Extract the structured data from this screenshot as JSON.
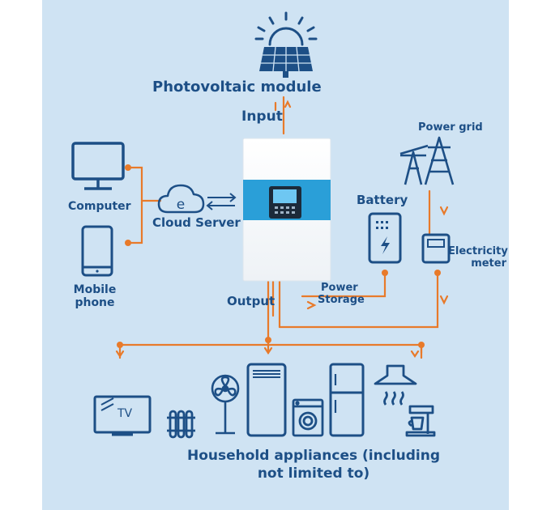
{
  "labels": {
    "pv_module": "Photovoltaic module",
    "input": "Input",
    "power_grid": "Power grid",
    "computer": "Computer",
    "cloud_server": "Cloud Server",
    "battery": "Battery",
    "electricity_meter_1": "Electricity",
    "electricity_meter_2": "meter",
    "mobile_phone_1": "Mobile",
    "mobile_phone_2": "phone",
    "output": "Output",
    "power_storage_1": "Power",
    "power_storage_2": "Storage",
    "tv_text": "TV",
    "household_1": "Household appliances (including",
    "household_2": "not limited to)"
  },
  "colors": {
    "background": "#cfe3f3",
    "icon": "#1d4f86",
    "line": "#e87a2a",
    "screen": "#2a9fd8"
  },
  "icons": [
    "sun-icon",
    "solar-panel-icon",
    "computer-icon",
    "cloud-icon",
    "exchange-arrows-icon",
    "inverter-icon",
    "power-tower-icon",
    "battery-icon",
    "electricity-meter-icon",
    "mobile-phone-icon",
    "tv-icon",
    "radiator-icon",
    "fan-icon",
    "air-conditioner-icon",
    "washing-machine-icon",
    "refrigerator-icon",
    "range-hood-icon",
    "coffee-maker-icon"
  ]
}
